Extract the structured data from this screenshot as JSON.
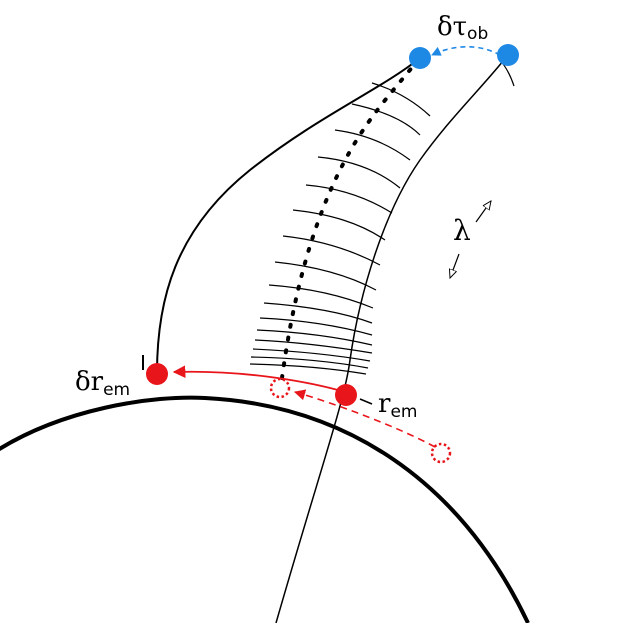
{
  "labels": {
    "delta_tau_ob": {
      "main": "δτ",
      "sub": "ob"
    },
    "delta_r_em": {
      "main": "δr",
      "sub": "em"
    },
    "r_em": {
      "main": "r",
      "sub": "em"
    },
    "lambda": "λ"
  },
  "colors": {
    "observer": "#1e88e5",
    "emitter": "#e8161b",
    "line": "#000000"
  }
}
